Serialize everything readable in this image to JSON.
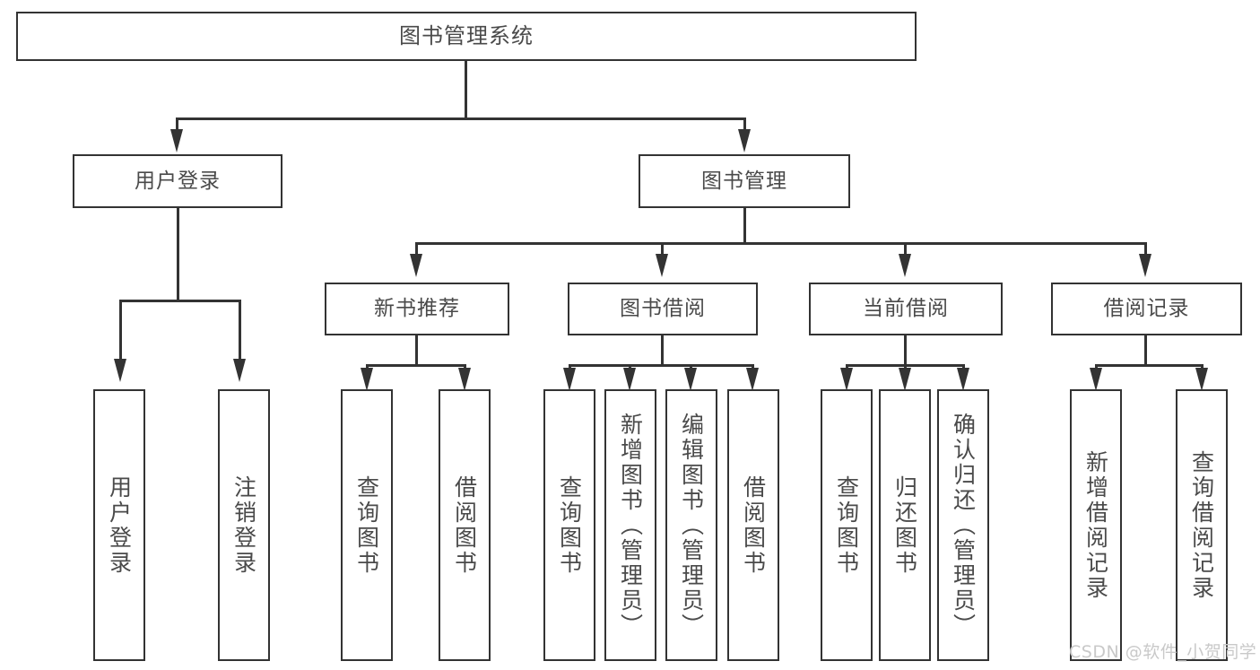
{
  "diagram": {
    "type": "tree",
    "title": "图书管理系统",
    "root": {
      "id": "root",
      "label": "图书管理系统"
    },
    "level2": [
      {
        "id": "user-login",
        "label": "用户登录"
      },
      {
        "id": "book-manage",
        "label": "图书管理"
      }
    ],
    "level3": [
      {
        "id": "new-book-recommend",
        "label": "新书推荐",
        "parent": "book-manage"
      },
      {
        "id": "book-borrow",
        "label": "图书借阅",
        "parent": "book-manage"
      },
      {
        "id": "current-borrow",
        "label": "当前借阅",
        "parent": "book-manage"
      },
      {
        "id": "borrow-record",
        "label": "借阅记录",
        "parent": "book-manage"
      }
    ],
    "leaves": [
      {
        "id": "leaf-user-login",
        "label": "用户登录",
        "parent": "user-login"
      },
      {
        "id": "leaf-logout",
        "label": "注销登录",
        "parent": "user-login"
      },
      {
        "id": "leaf-query-book-1",
        "label": "查询图书",
        "parent": "new-book-recommend"
      },
      {
        "id": "leaf-borrow-book-1",
        "label": "借阅图书",
        "parent": "new-book-recommend"
      },
      {
        "id": "leaf-query-book-2",
        "label": "查询图书",
        "parent": "book-borrow"
      },
      {
        "id": "leaf-add-book",
        "label": "新增图书（管理员）",
        "parent": "book-borrow"
      },
      {
        "id": "leaf-edit-book",
        "label": "编辑图书（管理员）",
        "parent": "book-borrow"
      },
      {
        "id": "leaf-borrow-book-2",
        "label": "借阅图书",
        "parent": "book-borrow"
      },
      {
        "id": "leaf-query-book-3",
        "label": "查询图书",
        "parent": "current-borrow"
      },
      {
        "id": "leaf-return-book",
        "label": "归还图书",
        "parent": "current-borrow"
      },
      {
        "id": "leaf-confirm-return",
        "label": "确认归还（管理员）",
        "parent": "current-borrow"
      },
      {
        "id": "leaf-add-record",
        "label": "新增借阅记录",
        "parent": "borrow-record"
      },
      {
        "id": "leaf-query-record",
        "label": "查询借阅记录",
        "parent": "borrow-record"
      }
    ]
  },
  "watermark": {
    "text": "CSDN @软件_小贺同学"
  },
  "colors": {
    "stroke": "#333333",
    "node_fill": "#ffffff",
    "text": "#4a4a4a",
    "watermark": "#c9c9c9",
    "background": "#ffffff"
  }
}
